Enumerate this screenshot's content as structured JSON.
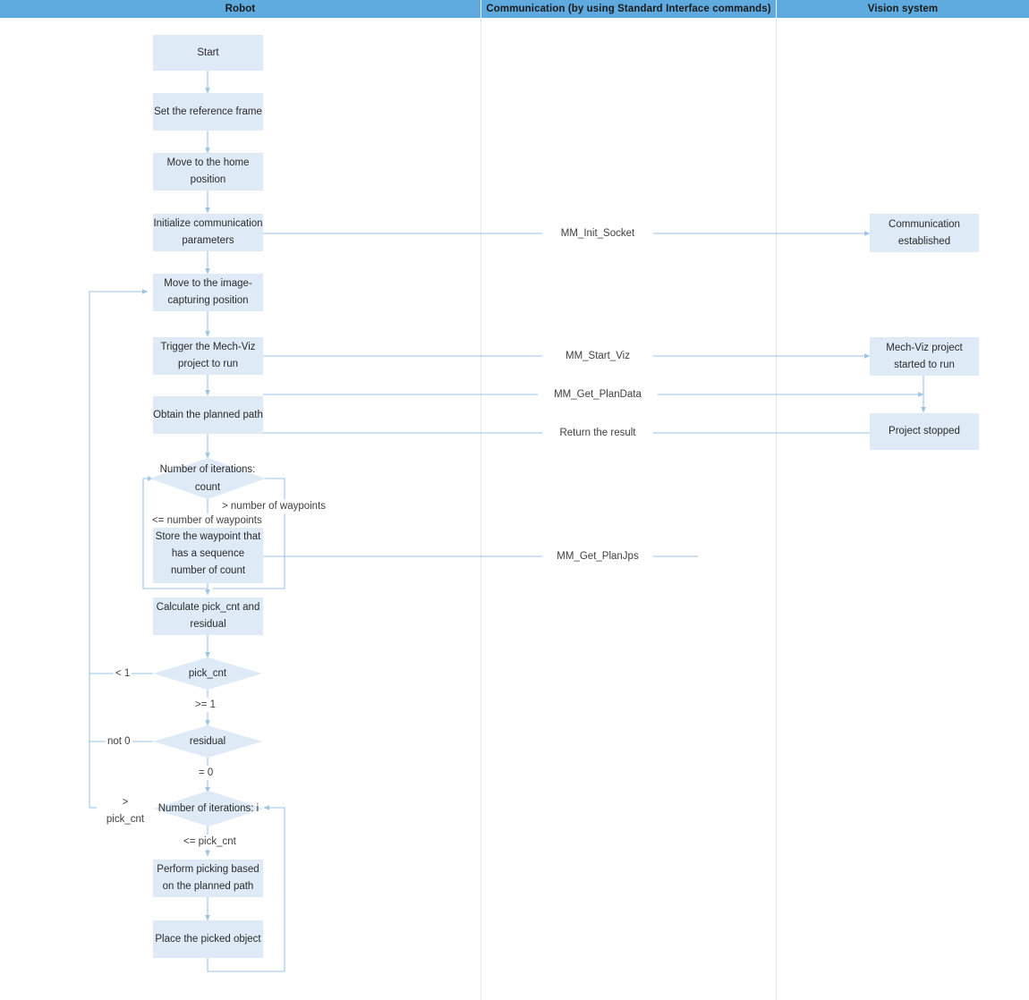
{
  "diagram": {
    "title": "Robot picking flowchart with Standard Interface communication",
    "colors": {
      "header_bar": "#5fabe0",
      "node_fill": "#deeaf6",
      "connector": "#9dc3e6",
      "lane_divider": "#e6e6e6",
      "text": "#2b2b2b"
    }
  },
  "lanes": [
    {
      "id": "robot",
      "label": "Robot"
    },
    {
      "id": "communication",
      "label": "Communication (by using Standard Interface commands)"
    },
    {
      "id": "vision",
      "label": "Vision system"
    }
  ],
  "robot_nodes": [
    {
      "id": "start",
      "shape": "box",
      "label": "Start"
    },
    {
      "id": "set-reference-frame",
      "shape": "box",
      "label": "Set the reference frame"
    },
    {
      "id": "move-home",
      "shape": "box",
      "label": "Move to the home position"
    },
    {
      "id": "init-comm-params",
      "shape": "box",
      "label": "Initialize communication parameters"
    },
    {
      "id": "move-image-capture",
      "shape": "box",
      "label": "Move to the image-capturing position"
    },
    {
      "id": "trigger-mechviz",
      "shape": "box",
      "label": "Trigger the Mech-Viz project to run"
    },
    {
      "id": "obtain-planned-path",
      "shape": "box",
      "label": "Obtain the planned path"
    },
    {
      "id": "iterations-count",
      "shape": "diamond",
      "label": "Number of iterations: count"
    },
    {
      "id": "store-waypoint",
      "shape": "box",
      "label": "Store the waypoint that has a sequence number of count"
    },
    {
      "id": "calculate-pickcnt",
      "shape": "box",
      "label": "Calculate pick_cnt and residual"
    },
    {
      "id": "pick-cnt-decision",
      "shape": "diamond",
      "label": "pick_cnt"
    },
    {
      "id": "residual-decision",
      "shape": "diamond",
      "label": "residual"
    },
    {
      "id": "iterations-i",
      "shape": "diamond",
      "label": "Number of iterations: i"
    },
    {
      "id": "perform-picking",
      "shape": "box",
      "label": "Perform picking based on the planned path"
    },
    {
      "id": "place-object",
      "shape": "box",
      "label": "Place the picked object"
    }
  ],
  "vision_nodes": [
    {
      "id": "communication-established",
      "shape": "box",
      "label": "Communication established"
    },
    {
      "id": "mechviz-started",
      "shape": "box",
      "label": "Mech-Viz project started to run"
    },
    {
      "id": "project-stopped",
      "shape": "box",
      "label": "Project stopped"
    }
  ],
  "communication_messages": [
    {
      "id": "mm-init-socket",
      "label": "MM_Init_Socket"
    },
    {
      "id": "mm-start-viz",
      "label": "MM_Start_Viz"
    },
    {
      "id": "mm-get-plandata",
      "label": "MM_Get_PlanData"
    },
    {
      "id": "return-the-result",
      "label": "Return the result"
    },
    {
      "id": "mm-get-planjps",
      "label": "MM_Get_PlanJps"
    }
  ],
  "branch_labels": [
    {
      "id": "gt-number-of-waypoints",
      "label": "> number of waypoints"
    },
    {
      "id": "lte-number-of-waypoints",
      "label": "<= number of waypoints"
    },
    {
      "id": "lt-1",
      "label": "< 1"
    },
    {
      "id": "gte-1",
      "label": ">= 1"
    },
    {
      "id": "not-0",
      "label": "not 0"
    },
    {
      "id": "eq-0",
      "label": "= 0"
    },
    {
      "id": "gt-pickcnt",
      "label": ">\npick_cnt"
    },
    {
      "id": "lte-pickcnt",
      "label": "<= pick_cnt"
    }
  ]
}
